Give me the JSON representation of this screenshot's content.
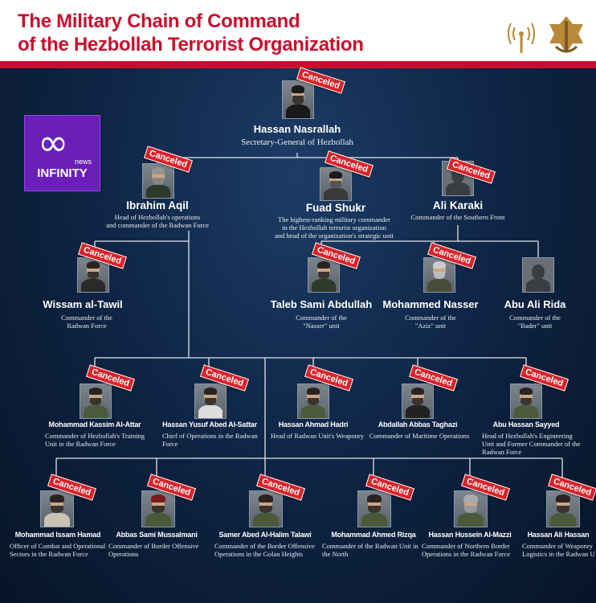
{
  "header": {
    "title_line1": "The Military Chain of Command",
    "title_line2": "of the Hezbollah Terrorist Organization"
  },
  "watermark": {
    "name": "INFINITY",
    "sub": "news"
  },
  "stamp_text": "Canceled",
  "people": {
    "nasrallah": {
      "name": "Hassan Nasrallah",
      "role": [
        "Secretary-General of Hezbollah"
      ]
    },
    "aqil": {
      "name": "Ibrahim Aqil",
      "role": [
        "Head of Hezbollah's operations",
        "and commander of the Radwan Force"
      ]
    },
    "shukr": {
      "name": "Fuad Shukr",
      "role": [
        "The highest-ranking military commander",
        "in the Hezbollah terrorist organization",
        "and head of the organization's strategic unit"
      ]
    },
    "karaki": {
      "name": "Ali Karaki",
      "role": [
        "Commander of the Southern Front"
      ]
    },
    "tawil": {
      "name": "Wissam al-Tawil",
      "role": [
        "Commander of the",
        "Radwan Force"
      ]
    },
    "taleb": {
      "name": "Taleb Sami Abdullah",
      "role": [
        "Commander of the",
        "\"Nasser\" unit"
      ]
    },
    "nasser": {
      "name": "Mohammed Nasser",
      "role": [
        "Commander of the",
        "\"Aziz\" unit"
      ]
    },
    "rida": {
      "name": "Abu Ali Rida",
      "role": [
        "Commander of the",
        "\"Bader\" unit"
      ]
    },
    "attar": {
      "name": "Mohammad Kassim Al-Attar",
      "role": [
        "Commander of Hezbollah's Training",
        "Unit in the Radwan Force"
      ]
    },
    "sattar": {
      "name": "Hassan Yusuf Abed Al-Sattar",
      "role": [
        "Chief of Operations in the Radwan",
        "Force"
      ]
    },
    "hadri": {
      "name": "Hassan Ahmad Hadri",
      "role": [
        "Head of Radwan Unit's Weaponry"
      ]
    },
    "taghazi": {
      "name": "Abdallah Abbas Taghazi",
      "role": [
        "Commander of Maritime Operations"
      ]
    },
    "sayyed": {
      "name": "Abu Hassan Sayyed",
      "role": [
        "Head of Hezbollah's Engineering",
        "Unit and Former Commander of the",
        "Radwan Force"
      ]
    },
    "hamad": {
      "name": "Mohammad Issam Hamad",
      "role": [
        "Officer of Combat and Operational",
        "Sectors in the Radwan Force"
      ]
    },
    "mussalmani": {
      "name": "Abbas Sami Mussalmani",
      "role": [
        "Commander of Border Offensive",
        "Operations"
      ]
    },
    "talawi": {
      "name": "Samer Abed Al-Halim Talawi",
      "role": [
        "Commander of the Border Offensive",
        "Operations in the Golan Heights"
      ]
    },
    "rizqa": {
      "name": "Mohammad Ahmed Rizqa",
      "role": [
        "Commander of the Radwan Unit in",
        "the North"
      ]
    },
    "mazzi": {
      "name": "Hassan Hussein Al-Mazzi",
      "role": [
        "Commander of Northern Border",
        "Operations in the Radwan Force"
      ]
    },
    "alihassan": {
      "name": "Hassan Ali Hassan",
      "role": [
        "Commander of Weaponry and",
        "Logistics in the Radwan Unit"
      ]
    }
  }
}
